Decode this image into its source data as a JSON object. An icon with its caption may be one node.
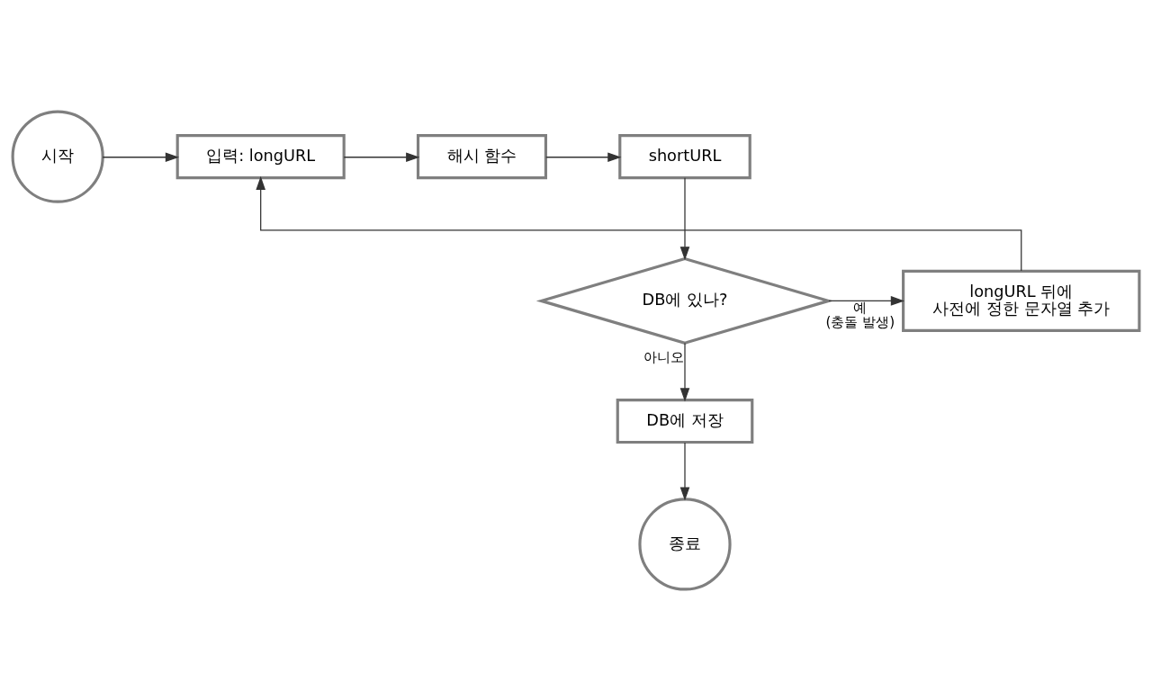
{
  "diagram": {
    "nodes": [
      {
        "text": [
          "시작"
        ]
      },
      {
        "text": [
          "입력: longURL"
        ]
      },
      {
        "text": [
          "해시 함수"
        ]
      },
      {
        "text": [
          "shortURL"
        ]
      },
      {
        "text": [
          "DB에 있나?"
        ]
      },
      {
        "text": [
          "longURL 뒤에 사전에 정한 문자열 추가"
        ]
      },
      {
        "text": [
          "DB에 저장"
        ]
      },
      {
        "text": [
          "종료"
        ]
      }
    ],
    "edges": [
      {
        "from": 0,
        "to": 1,
        "arrow": "to"
      },
      {
        "from": 1,
        "to": 2,
        "arrow": "to"
      },
      {
        "from": 2,
        "to": 3,
        "arrow": "to"
      },
      {
        "from": 3,
        "to": 4,
        "arrow": "to"
      },
      {
        "from": 4,
        "to": 5,
        "arrow": "to",
        "label": "예 (충돌 발생)"
      },
      {
        "from": 5,
        "to": 1,
        "arrow": "to"
      },
      {
        "from": 4,
        "to": 6,
        "arrow": "to",
        "label": "아니오"
      },
      {
        "from": 6,
        "to": 7,
        "arrow": "to"
      }
    ]
  }
}
